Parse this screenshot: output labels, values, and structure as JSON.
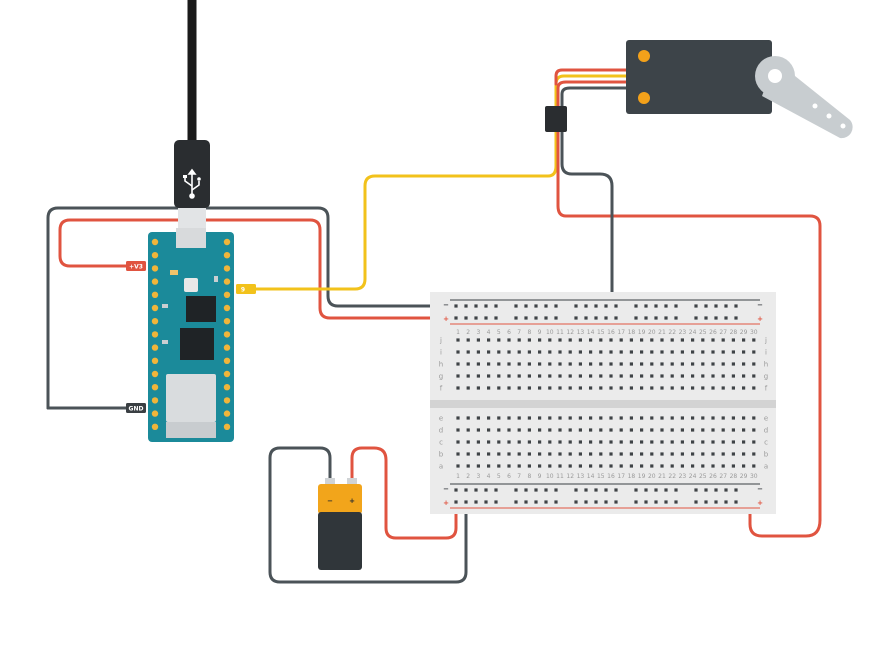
{
  "board_labels": {
    "v3": "+V3",
    "signal": "9",
    "gnd": "GND"
  },
  "breadboard": {
    "columns": [
      "1",
      "2",
      "3",
      "4",
      "5",
      "6",
      "7",
      "8",
      "9",
      "10",
      "11",
      "12",
      "13",
      "14",
      "15",
      "16",
      "17",
      "18",
      "19",
      "20",
      "21",
      "22",
      "23",
      "24",
      "25",
      "26",
      "27",
      "28",
      "29",
      "30"
    ],
    "rows_top": [
      "j",
      "i",
      "h",
      "g",
      "f"
    ],
    "rows_bottom": [
      "e",
      "d",
      "c",
      "b",
      "a"
    ],
    "rail_minus": "−",
    "rail_plus": "+"
  },
  "battery": {
    "minus": "−",
    "plus": "+"
  },
  "colors": {
    "wire_red": "#e05440",
    "wire_gray": "#4b5358",
    "wire_yellow": "#f2c21b",
    "board": "#1b8a9a",
    "servo": "#3d4449",
    "servo_contact": "#f3a11a",
    "battery_top": "#f2a51b",
    "battery_body": "#30363a"
  }
}
